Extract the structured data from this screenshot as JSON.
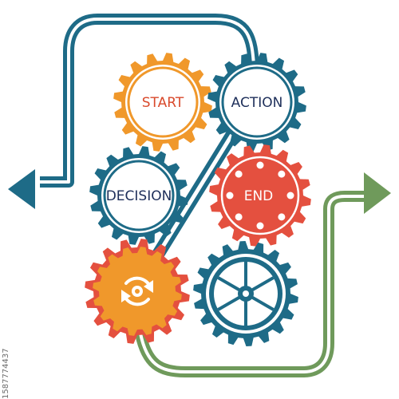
{
  "labels": {
    "start": "START",
    "action": "ACTION",
    "decision": "DECISION",
    "end": "END"
  },
  "watermark_id": "1587774437",
  "icons": {
    "refresh_gear": "refresh-icon",
    "wheel_gear": "spoked-wheel-icon",
    "arrow_left": "arrow-left-icon",
    "arrow_right": "arrow-right-icon"
  },
  "colors": {
    "teal": "#1e6b87",
    "orange": "#f0982b",
    "red": "#e4503f",
    "green": "#6f9a5b",
    "navy": "#1e2f5a",
    "start_text": "#d94a2c"
  }
}
